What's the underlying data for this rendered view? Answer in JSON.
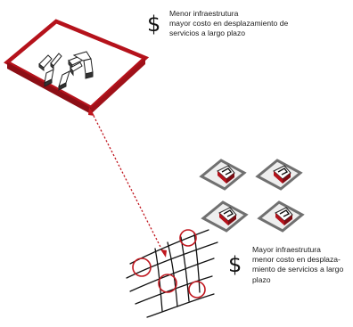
{
  "top_note": {
    "symbol": "$",
    "lines": [
      "Menor infraestrutura",
      "mayor costo en desplazamiento de",
      "servicios a largo plazo"
    ]
  },
  "bottom_note": {
    "symbol": "$",
    "lines": [
      "Mayor infraestrutura",
      "menor costo en desplaza-",
      "miento de servicios a largo",
      "plazo"
    ]
  },
  "colors": {
    "frame_red": "#b5121b",
    "connector_red": "#c0161e",
    "gray_frame": "#6f6f6f",
    "ink": "#1a1a1a"
  },
  "icons": {
    "dollar": "dollar-sign-icon"
  }
}
